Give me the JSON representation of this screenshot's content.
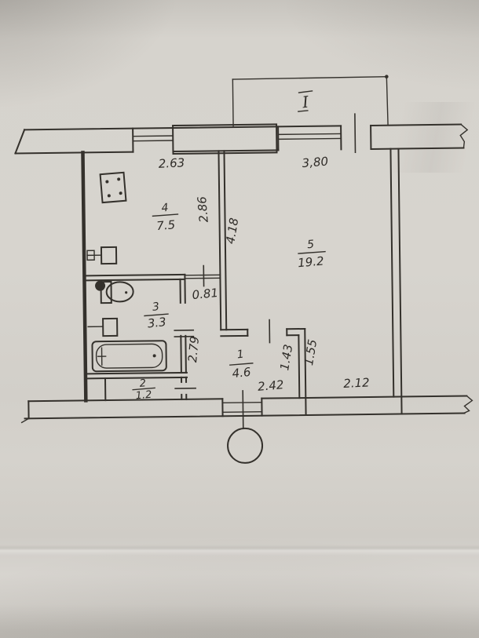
{
  "rooms": [
    {
      "key": "kitchen",
      "number": "4",
      "area": "7.5"
    },
    {
      "key": "living",
      "number": "5",
      "area": "19.2"
    },
    {
      "key": "bathroom",
      "number": "3",
      "area": "3.3"
    },
    {
      "key": "closet",
      "number": "2",
      "area": "1.2"
    },
    {
      "key": "hall",
      "number": "1",
      "area": "4.6"
    }
  ],
  "dimensions": {
    "kitchen_width": "2.63",
    "living_width": "3,80",
    "kitchen_depth": "2.86",
    "living_depth": "4.18",
    "passage_width": "0.81",
    "bathroom_depth": "2.79",
    "hall_depth": "1.43",
    "living_notch": "1.55",
    "hall_width": "2.42",
    "living_bottom": "2.12"
  },
  "balcony": {
    "label": "I"
  },
  "colors": {
    "paper": "#d4d1cb",
    "ink": "#34312c"
  }
}
